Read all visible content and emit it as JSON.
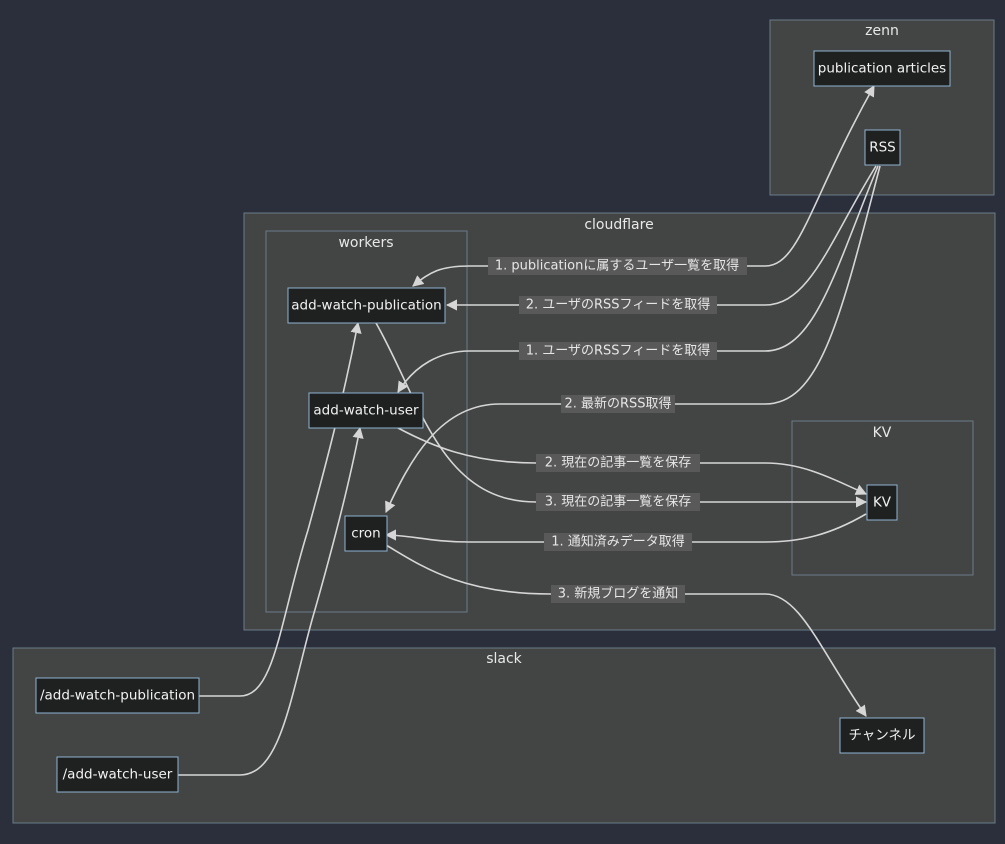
{
  "clusters": {
    "zenn": "zenn",
    "cloudflare": "cloudflare",
    "workers": "workers",
    "kv": "KV",
    "slack": "slack"
  },
  "nodes": {
    "publication_articles": "publication articles",
    "rss": "RSS",
    "add_watch_publication": "add-watch-publication",
    "add_watch_user": "add-watch-user",
    "cron": "cron",
    "kv": "KV",
    "slash_add_watch_publication": "/add-watch-publication",
    "slash_add_watch_user": "/add-watch-user",
    "channel": "チャンネル"
  },
  "edges": {
    "pub_get_users": "1. publicationに属するユーザ一覧を取得",
    "pub_get_rss": "2. ユーザのRSSフィードを取得",
    "user_get_rss": "1. ユーザのRSSフィードを取得",
    "cron_get_latest_rss": "2. 最新のRSS取得",
    "user_save_articles": "2. 現在の記事一覧を保存",
    "pub_save_articles": "3. 現在の記事一覧を保存",
    "cron_get_notified": "1. 通知済みデータ取得",
    "cron_notify_blog": "3. 新規ブログを通知"
  }
}
